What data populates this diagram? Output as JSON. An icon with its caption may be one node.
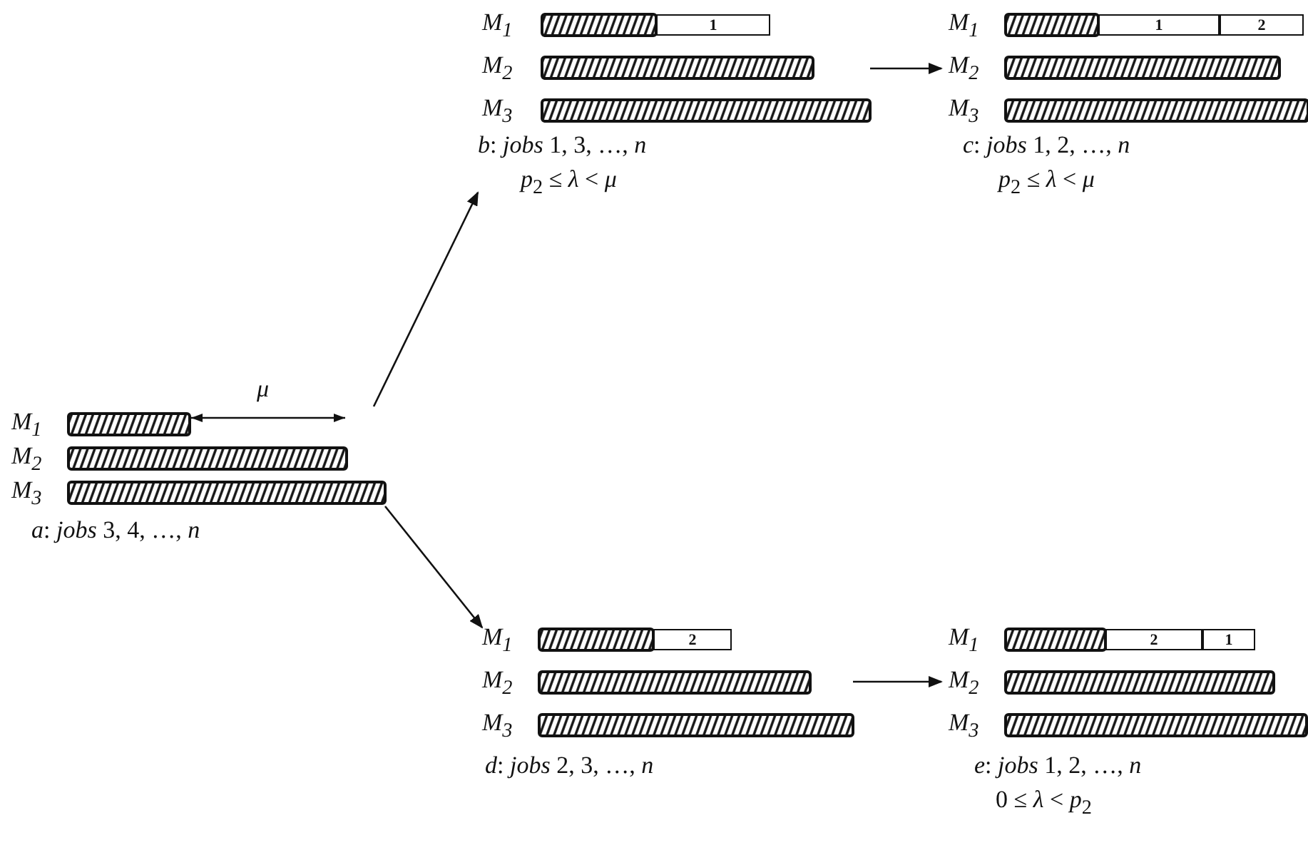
{
  "diagram": {
    "nodes": [
      {
        "text": [
          "M$_{1}$",
          "M$_{2}$",
          "M$_{3}$",
          "*a*: *jobs* 3, 4, …, *n*"
        ]
      },
      {
        "text": [
          "M$_{1}$",
          "M$_{2}$",
          "M$_{3}$",
          "*b*: *jobs* 1, 3, …, *n*",
          "*p*$_{2}$ ≤ *λ* < *μ*"
        ]
      },
      {
        "text": [
          "1"
        ],
        "in": 1
      },
      {
        "text": [
          "M$_{1}$",
          "M$_{2}$",
          "M$_{3}$",
          "*c*: *jobs* 1, 2, …, *n*",
          "*p*$_{2}$ ≤ *λ* < *μ*"
        ]
      },
      {
        "text": [
          "1"
        ],
        "in": 3
      },
      {
        "text": [
          "2"
        ],
        "in": 3
      },
      {
        "text": [
          "M$_{1}$",
          "M$_{2}$",
          "M$_{3}$",
          "*d*: *jobs* 2, 3, …, *n*"
        ]
      },
      {
        "text": [
          "2"
        ],
        "in": 6
      },
      {
        "text": [
          "M$_{1}$",
          "M$_{2}$",
          "M$_{3}$",
          "*e*: *jobs* 1, 2, …, *n*",
          "0 ≤ *λ* < *p*$_{2}$"
        ]
      },
      {
        "text": [
          "2"
        ],
        "in": 8
      },
      {
        "text": [
          "1"
        ],
        "in": 8
      }
    ],
    "edges": [
      {
        "from": 0,
        "to": 1,
        "arrow": "to"
      },
      {
        "from": 0,
        "to": 6,
        "arrow": "to"
      },
      {
        "from": 1,
        "to": 3,
        "arrow": "to"
      },
      {
        "from": 6,
        "to": 8,
        "arrow": "to"
      }
    ],
    "labels": [
      "*μ*"
    ]
  }
}
